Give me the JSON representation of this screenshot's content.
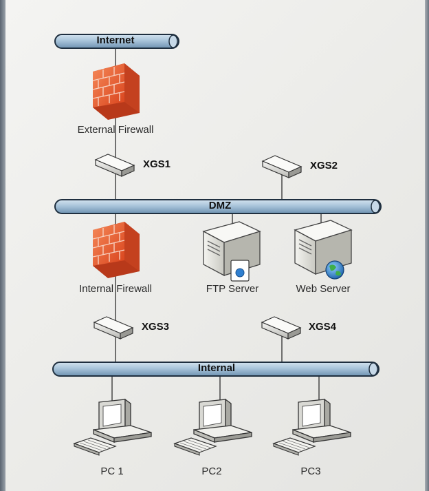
{
  "networks": {
    "internet": "Internet",
    "dmz": "DMZ",
    "internal": "Internal"
  },
  "devices": {
    "external_firewall": "External Firewall",
    "internal_firewall": "Internal Firewall",
    "ftp_server": "FTP Server",
    "web_server": "Web Server",
    "pc1": "PC 1",
    "pc2": "PC2",
    "pc3": "PC3"
  },
  "switches": {
    "xgs1": "XGS1",
    "xgs2": "XGS2",
    "xgs3": "XGS3",
    "xgs4": "XGS4"
  },
  "colors": {
    "network_bar": "#a8c3d9",
    "network_bar_edge": "#1f2f3f",
    "firewall": "#e8562a",
    "link": "#3a3a3a"
  }
}
